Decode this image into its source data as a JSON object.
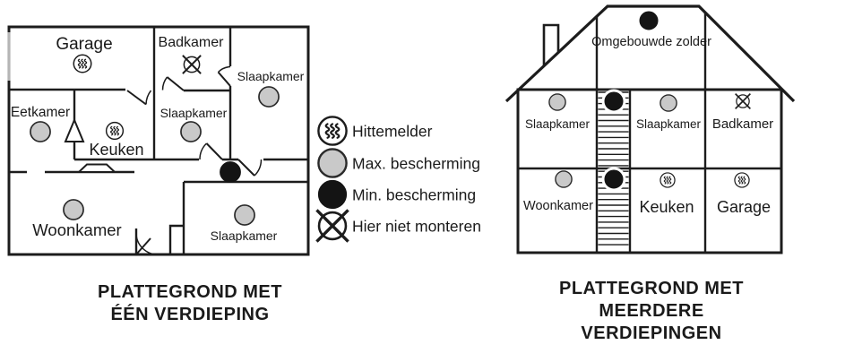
{
  "legend": {
    "items": [
      {
        "icon": "heat-detector-icon",
        "symbol": "heat-detector",
        "label": "Hittemelder"
      },
      {
        "icon": "max-protection-icon",
        "symbol": "max-protection",
        "label": "Max. bescherming"
      },
      {
        "icon": "min-protection-icon",
        "symbol": "min-protection",
        "label": "Min. bescherming"
      },
      {
        "icon": "do-not-mount-icon",
        "symbol": "do-not-mount",
        "label": "Hier niet monteren"
      }
    ]
  },
  "single_floor_plan": {
    "caption_lines": [
      "PLATTEGROND MET",
      "ÉÉN VERDIEPING"
    ],
    "rooms": [
      {
        "label": "Garage",
        "detector": "heat-detector"
      },
      {
        "label": "Badkamer",
        "detector": "do-not-mount"
      },
      {
        "label": "Slaapkamer",
        "detector": "max-protection"
      },
      {
        "label": "Slaapkamer",
        "detector": "max-protection"
      },
      {
        "label": "Eetkamer",
        "detector": "max-protection"
      },
      {
        "label": "Keuken",
        "detector": "heat-detector"
      },
      {
        "label": "Woonkamer",
        "detector": "max-protection"
      },
      {
        "label": "Slaapkamer",
        "detector": "max-protection"
      }
    ],
    "hallway_detector": "min-protection"
  },
  "multi_floor_plan": {
    "caption_lines": [
      "PLATTEGROND MET",
      "MEERDERE",
      "VERDIEPINGEN"
    ],
    "rooms": [
      {
        "label": "Omgebouwde zolder",
        "detector": "min-protection"
      },
      {
        "label": "Slaapkamer",
        "detector": "max-protection"
      },
      {
        "label": "Slaapkamer",
        "detector": "max-protection"
      },
      {
        "label": "Badkamer",
        "detector": "do-not-mount"
      },
      {
        "label": "Woonkamer",
        "detector": "max-protection"
      },
      {
        "label": "Keuken",
        "detector": "heat-detector"
      },
      {
        "label": "Garage",
        "detector": "heat-detector"
      }
    ],
    "stairwell_detectors": [
      "min-protection",
      "min-protection"
    ]
  },
  "colors": {
    "wall": "#1c1c1c",
    "max_protection_fill": "#c9c9c9",
    "min_protection_fill": "#141414",
    "background": "#ffffff"
  }
}
